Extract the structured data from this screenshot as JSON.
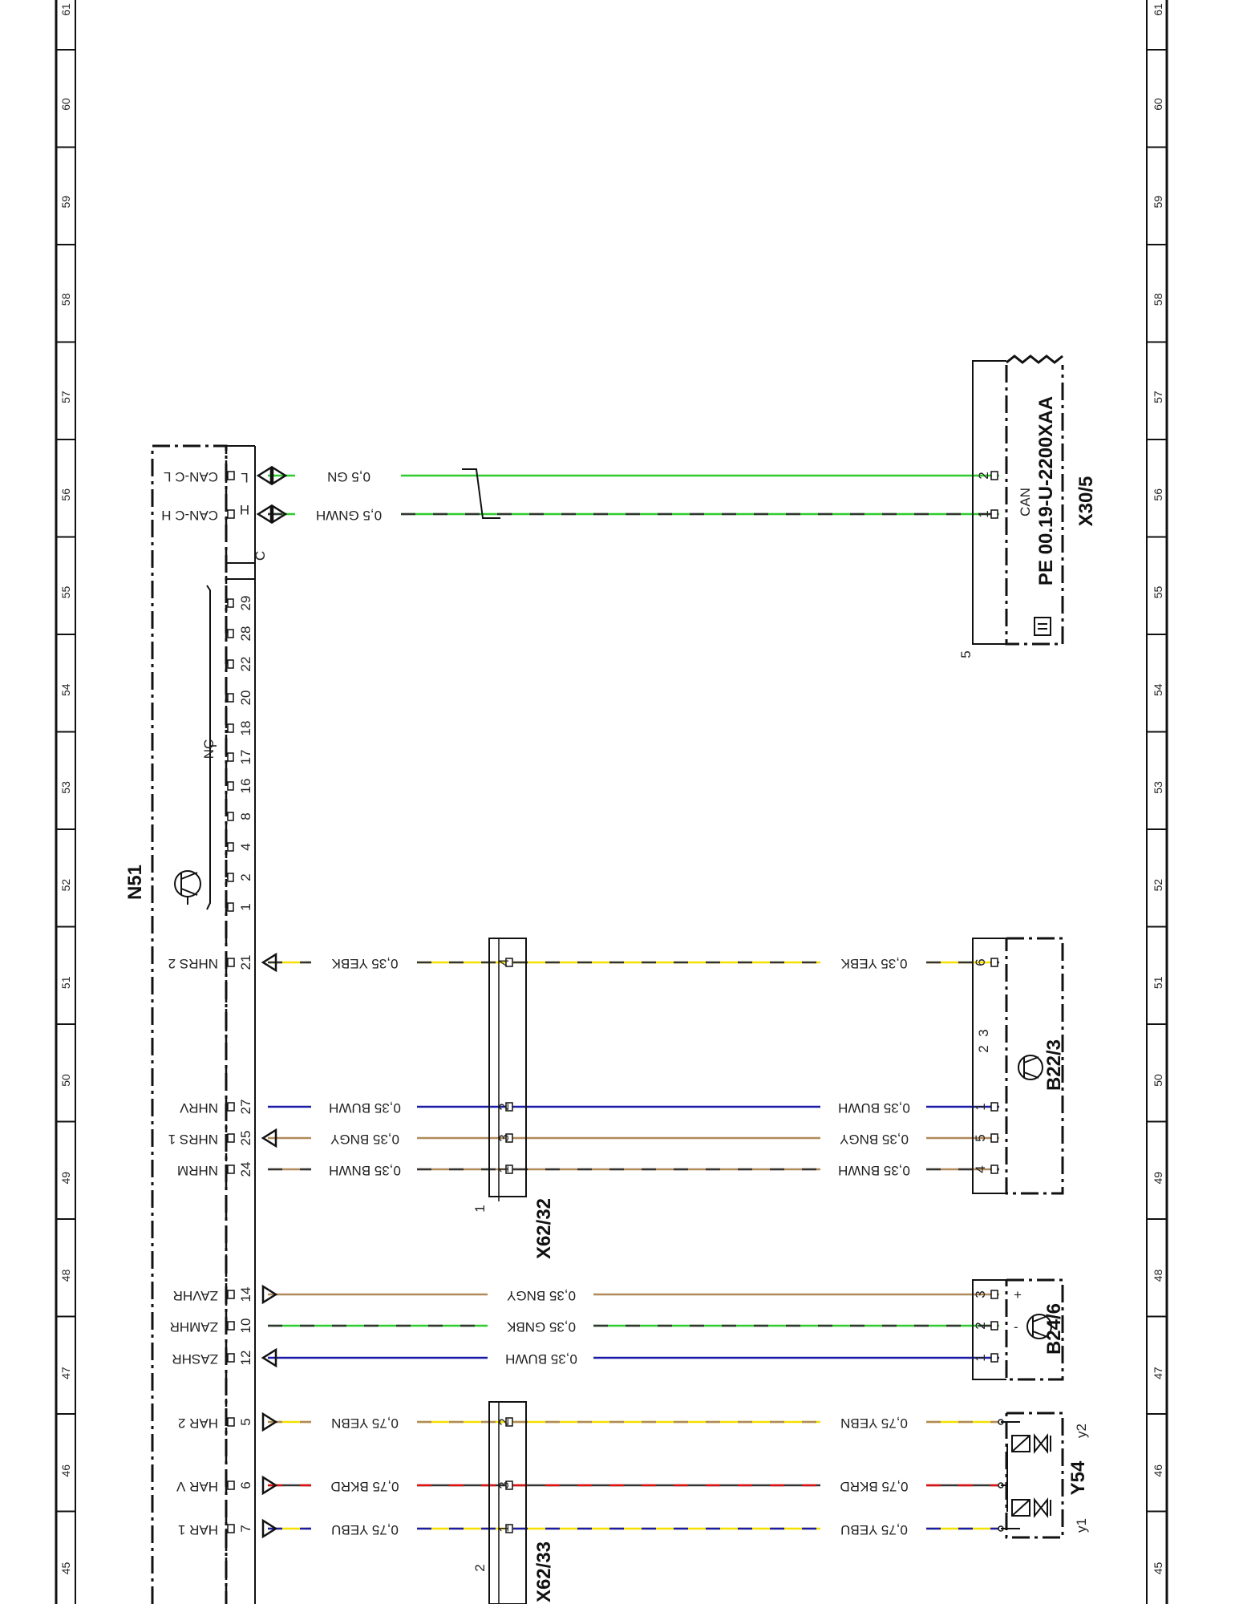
{
  "grid_numbers": [
    "61",
    "60",
    "59",
    "58",
    "57",
    "56",
    "55",
    "54",
    "53",
    "52",
    "51",
    "50",
    "49",
    "48",
    "47",
    "46",
    "45"
  ],
  "components": {
    "n51": {
      "label": "N51"
    },
    "x30_5": {
      "label": "X30/5",
      "doc_ref": "PE 00.19-U-2200XAA",
      "can_text": "CAN",
      "pins": [
        "1",
        "2"
      ],
      "side_pin": "5"
    },
    "b22_3": {
      "label": "B22/3",
      "pins": [
        "6",
        "2",
        "3",
        "5",
        "4",
        "1"
      ]
    },
    "b24_6": {
      "label": "B24/6",
      "pins": [
        "3",
        "2",
        "1"
      ],
      "plus": "+",
      "minus": "-"
    },
    "y54": {
      "label": "Y54",
      "y1": "y1",
      "y2": "y2"
    },
    "x62_32": {
      "label": "X62/32",
      "pins": [
        "4",
        "2",
        "3",
        "1"
      ],
      "side_pin": "1"
    },
    "x62_33": {
      "label": "X62/33",
      "pins": [
        "2",
        "3",
        "1"
      ],
      "side_pin": "2"
    }
  },
  "n51_connector": {
    "c_label": "C",
    "h_pin": "H",
    "l_pin": "L",
    "nc_label": "NC",
    "nc_pins": [
      "29",
      "28",
      "22",
      "20",
      "18",
      "17",
      "16",
      "8",
      "4",
      "2",
      "1"
    ]
  },
  "signals": [
    {
      "name": "CAN-C L",
      "pin": "L",
      "wire": "0,5 GN",
      "colors": [
        "#2ecc2e"
      ]
    },
    {
      "name": "CAN-C H",
      "pin": "H",
      "wire": "0,5 GNWH",
      "colors": [
        "#2ecc2e",
        "#333333"
      ]
    },
    {
      "name": "NHRS 2",
      "pin": "21",
      "wire": "0,35 YEBK",
      "colors": [
        "#f5e000",
        "#333333"
      ]
    },
    {
      "name": "NHRV",
      "pin": "27",
      "wire": "0,35 BUWH",
      "colors": [
        "#1a1aa8"
      ]
    },
    {
      "name": "NHRS 1",
      "pin": "25",
      "wire": "0,35 BNGY",
      "colors": [
        "#b08a5a"
      ]
    },
    {
      "name": "NHRM",
      "pin": "24",
      "wire": "0,35 BNWH",
      "colors": [
        "#b08a5a",
        "#333333"
      ]
    },
    {
      "name": "ZAVHR",
      "pin": "14",
      "wire": "0,35 BNGY",
      "colors": [
        "#b08a5a"
      ]
    },
    {
      "name": "ZAMHR",
      "pin": "10",
      "wire": "0,35 GNBK",
      "colors": [
        "#2ecc2e",
        "#333333"
      ]
    },
    {
      "name": "ZASHR",
      "pin": "12",
      "wire": "0,35 BUWH",
      "colors": [
        "#1a1aa8"
      ]
    },
    {
      "name": "HAR 2",
      "pin": "5",
      "wire": "0,75 YEBN",
      "colors": [
        "#f5e000",
        "#b08a5a"
      ]
    },
    {
      "name": "HAR V",
      "pin": "6",
      "wire": "0,75 BKRD",
      "colors": [
        "#333333",
        "#e01010"
      ]
    },
    {
      "name": "HAR 1",
      "pin": "7",
      "wire": "0,75 YEBU",
      "colors": [
        "#f5e000",
        "#1a1aa8"
      ]
    }
  ]
}
